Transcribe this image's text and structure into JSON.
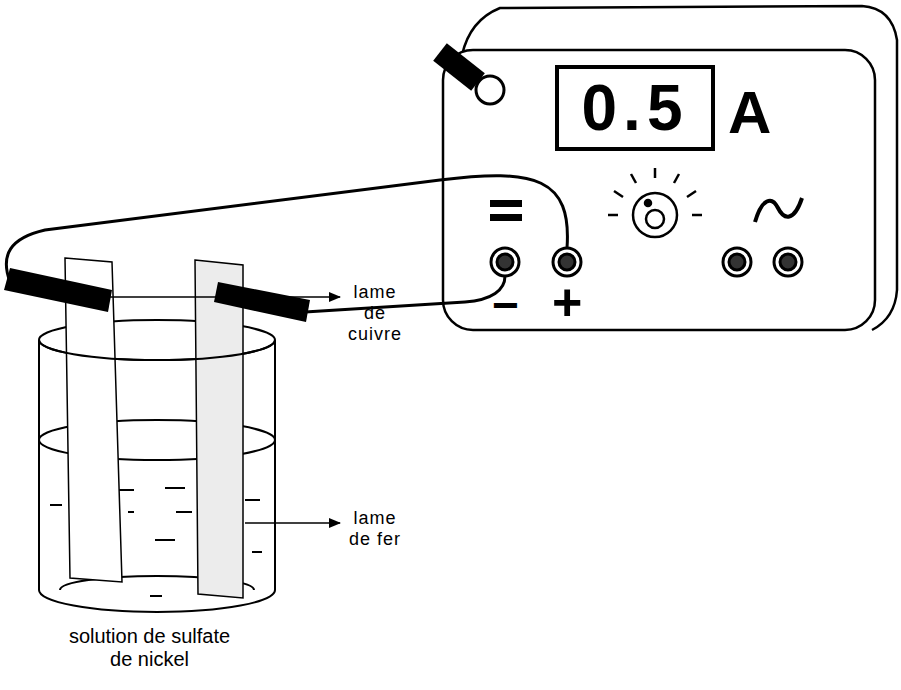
{
  "diagram": {
    "nodes": [
      {
        "text": [
          "0.5"
        ]
      }
    ],
    "labels": [
      "A",
      "−",
      "+",
      "lame de cuivre",
      "lame de fer",
      "solution de sulfate de nickel"
    ]
  }
}
